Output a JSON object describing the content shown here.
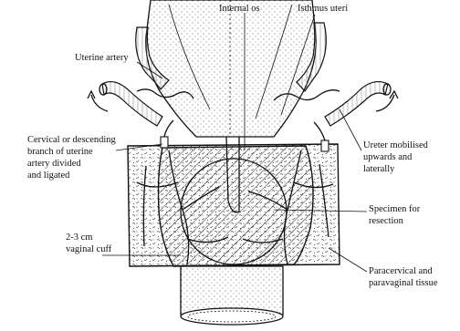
{
  "labels": {
    "internal_os": "Internal os",
    "isthmus_uteri": "Isthmus uteri",
    "uterine_artery": "Uterine artery",
    "cervical_branch": [
      "Cervical or descending",
      "branch of uterine",
      "artery divided",
      "and ligated"
    ],
    "ureter": [
      "Ureter mobilised",
      "upwards and",
      "laterally"
    ],
    "specimen": [
      "Specimen for",
      "resection"
    ],
    "vaginal_cuff": [
      "2-3 cm",
      "vaginal cuff"
    ],
    "paracervical": [
      "Paracervical and",
      "paravaginal tissue"
    ]
  }
}
